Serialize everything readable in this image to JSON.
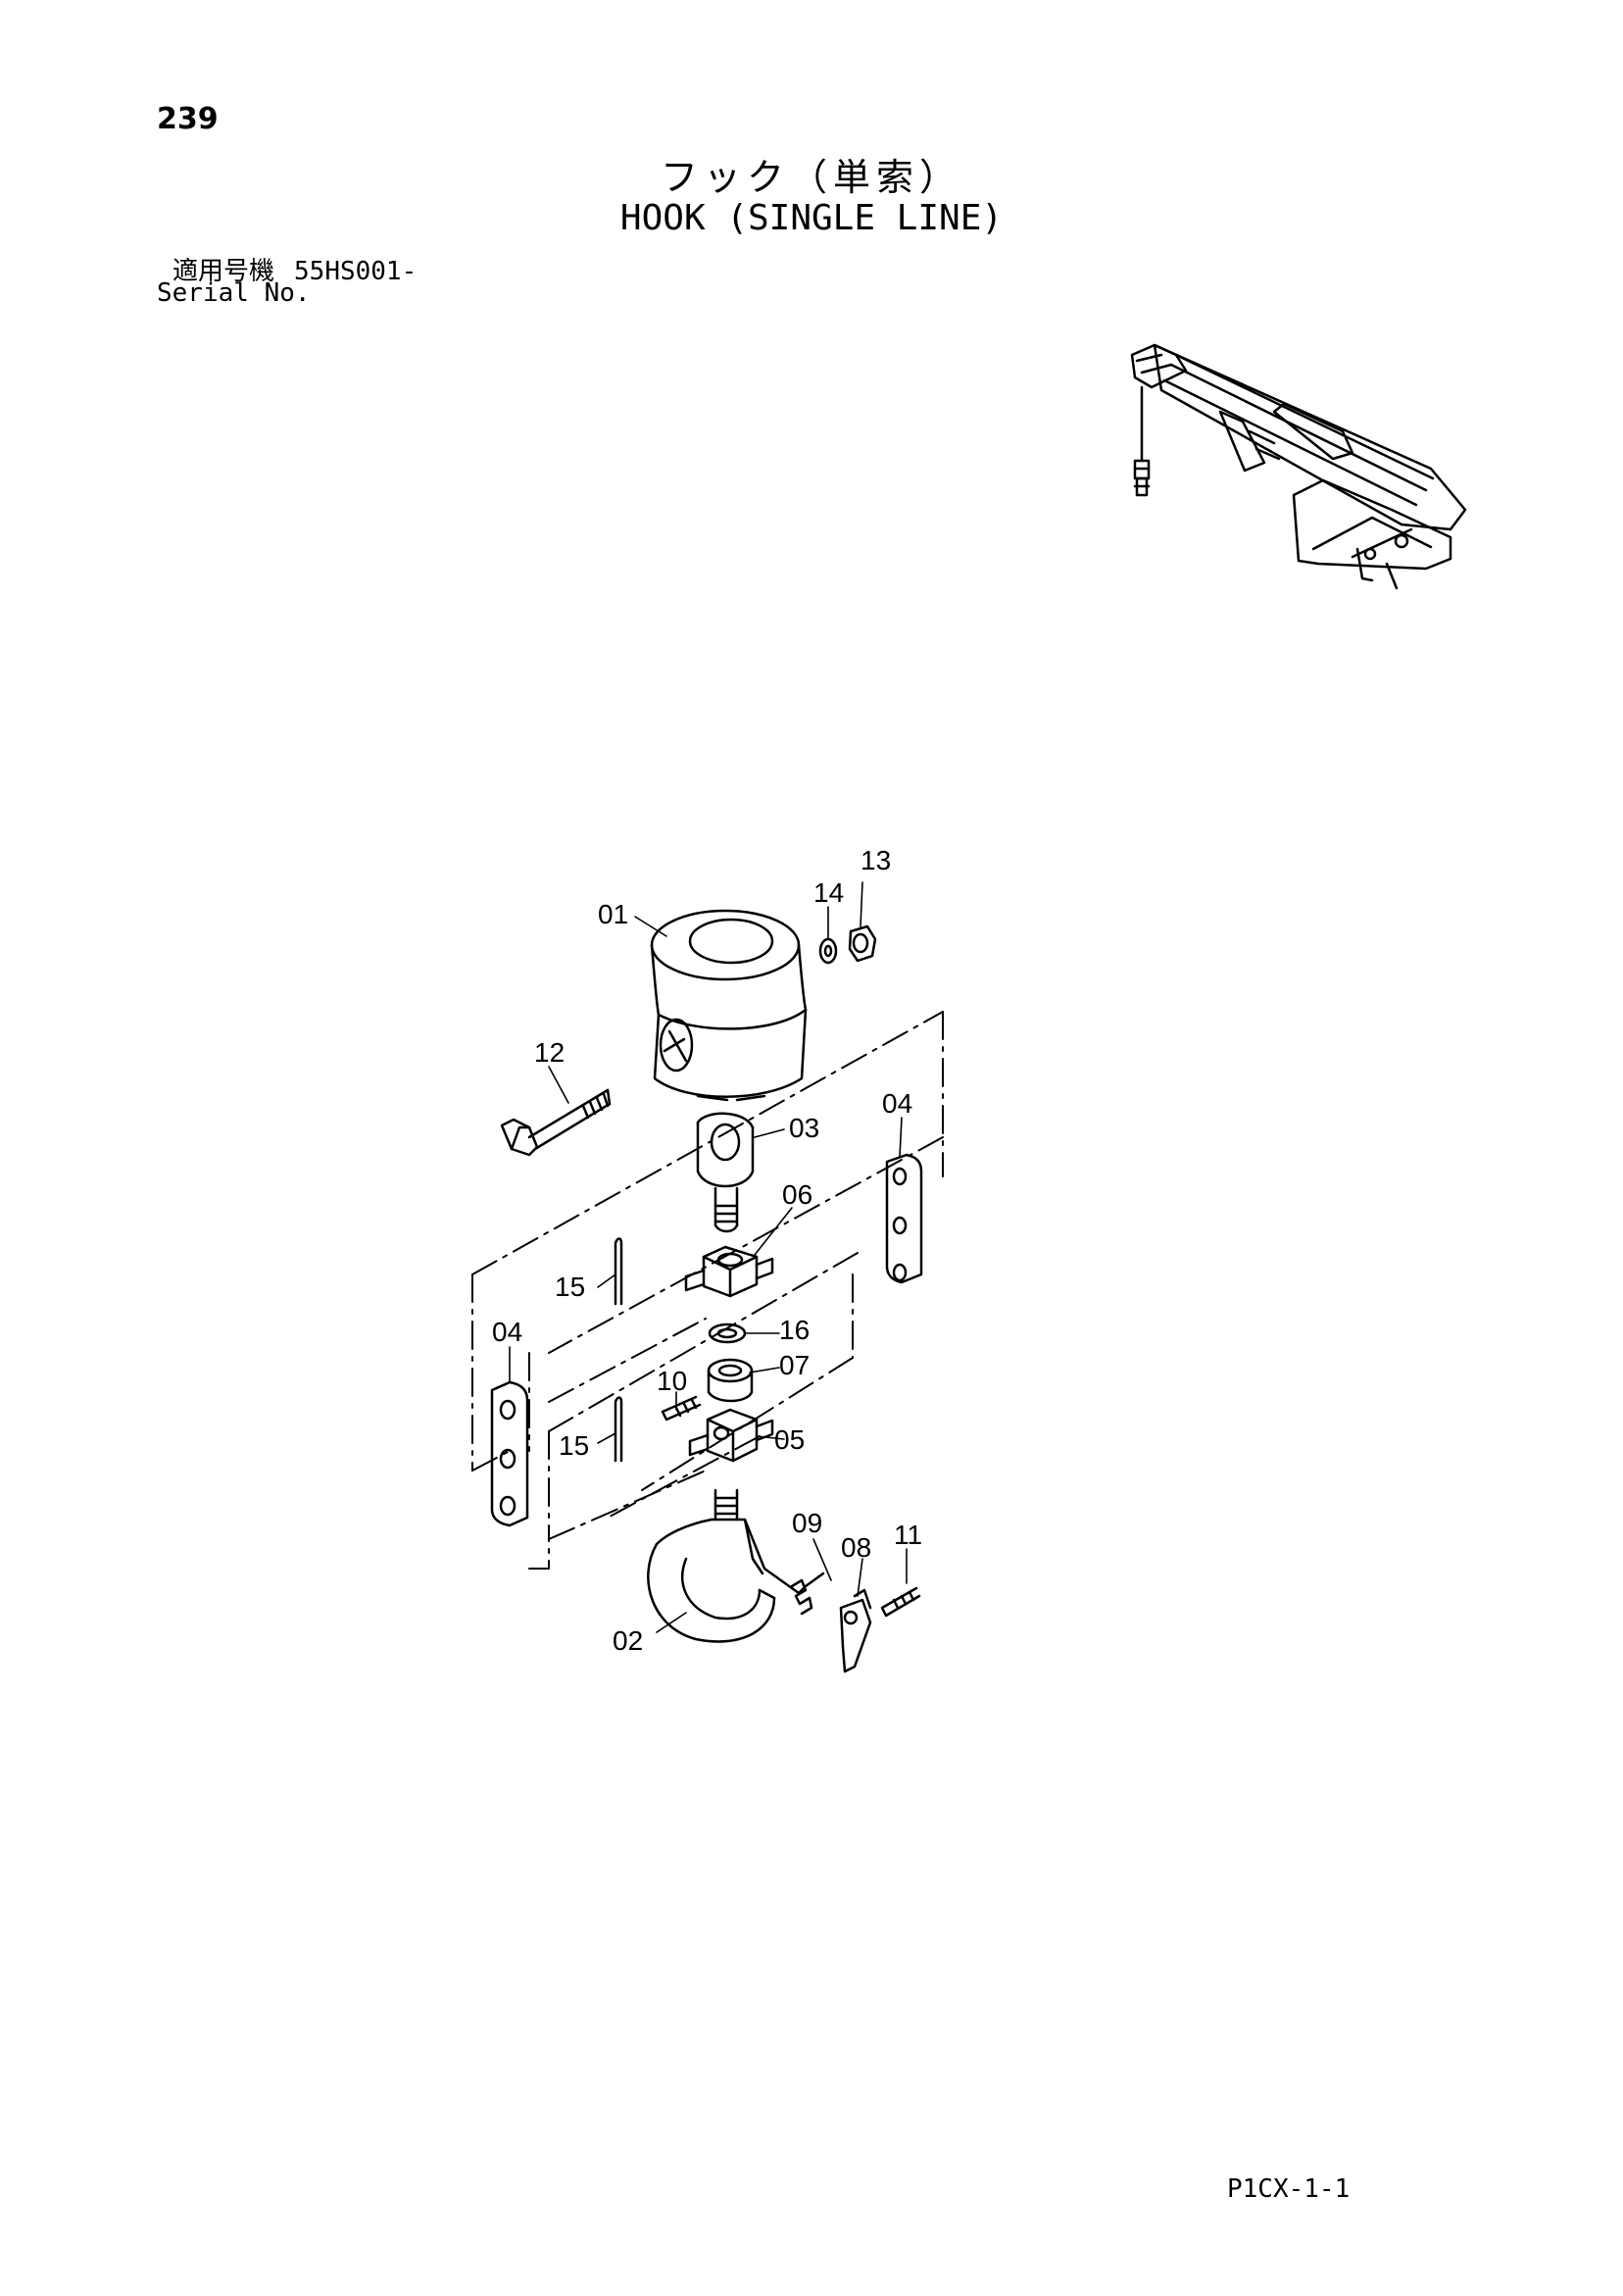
{
  "page": {
    "number": "239",
    "code": "P1CX-1-1"
  },
  "title": {
    "japanese": "フック（単索）",
    "english": "HOOK (SINGLE LINE)"
  },
  "serial": {
    "label_jp": "適用号機",
    "value": "55HS001-",
    "label_en": "Serial No."
  },
  "callouts": [
    "01",
    "02",
    "03",
    "04",
    "04",
    "05",
    "06",
    "07",
    "08",
    "09",
    "10",
    "11",
    "12",
    "13",
    "14",
    "15",
    "15",
    "16"
  ],
  "colors": {
    "ink": "#000000",
    "paper": "#ffffff"
  }
}
